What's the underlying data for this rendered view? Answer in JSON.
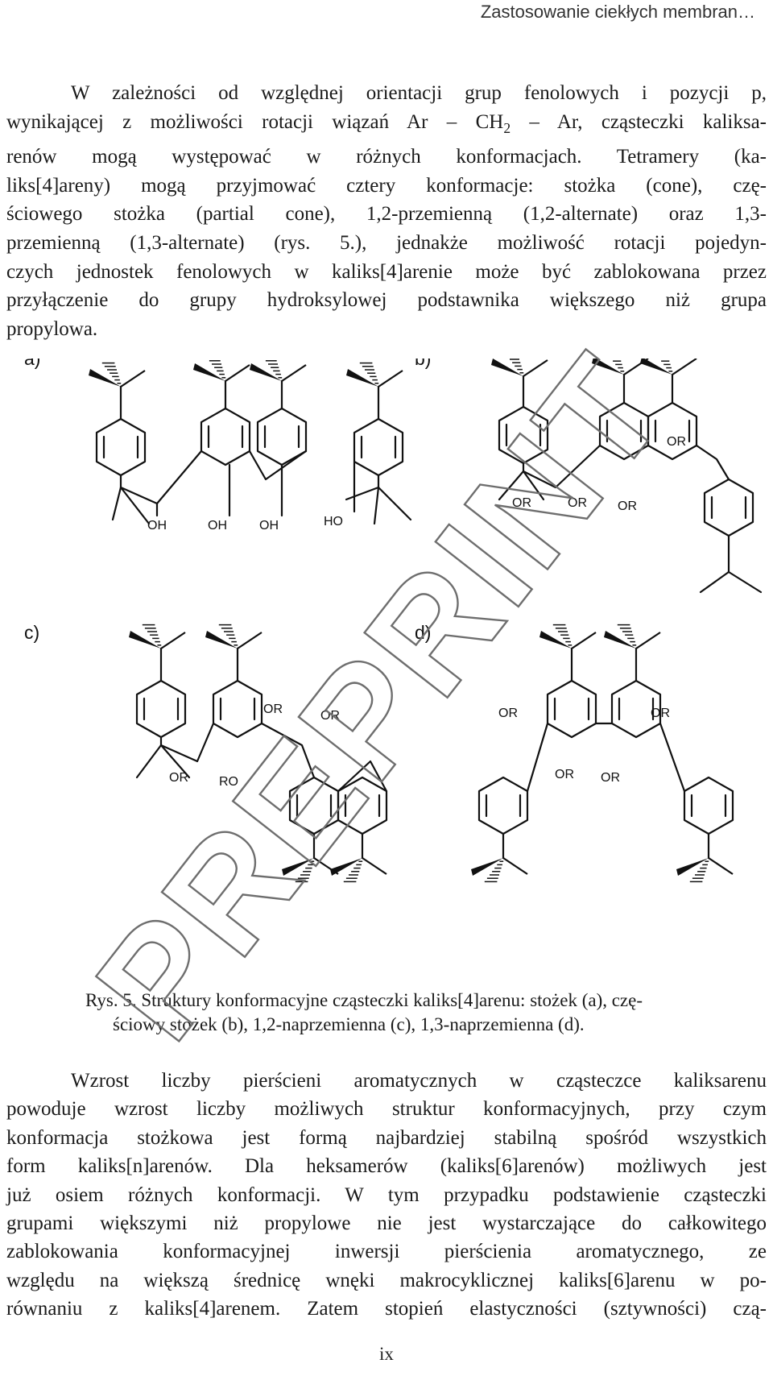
{
  "header": {
    "running_title": "Zastosowanie ciekłych membran…"
  },
  "paragraph1": {
    "l1": "W zależności od względnej orientacji grup fenolowych i pozycji p,",
    "l2a": "wynikającej z możliwości rotacji wiązań Ar – CH",
    "l2sub": "2",
    "l2b": " – Ar, cząsteczki kaliksa-",
    "l3": "renów mogą występować w różnych konformacjach. Tetramery (ka-",
    "l4": "liks[4]areny) mogą przyjmować cztery konformacje: stożka (cone), czę-",
    "l5": "ściowego stożka (partial cone), 1,2-przemienną (1,2-alternate) oraz 1,3-",
    "l6": "przemienną (1,3-alternate) (rys. 5.), jednakże możliwość rotacji pojedyn-",
    "l7": "czych jednostek fenolowych w kaliks[4]arenie może być zablokowana przez",
    "l8": "przyłączenie do grupy hydroksylowej podstawnika większego niż grupa",
    "l9": "propylowa."
  },
  "figure": {
    "panel_a": "a)",
    "panel_b": "b)",
    "panel_c": "c)",
    "panel_d": "d)",
    "oh": "OH",
    "ho": "HO",
    "or": "OR",
    "ro": "RO"
  },
  "caption": {
    "l1": "Rys. 5. Struktury konformacyjne cząsteczki kaliks[4]arenu: stożek (a), czę-",
    "l2": "ściowy stożek (b), 1,2-naprzemienna (c), 1,3-naprzemienna (d)."
  },
  "paragraph2": {
    "l1": "Wzrost liczby pierścieni aromatycznych w cząsteczce kaliksarenu",
    "l2": "powoduje wzrost liczby możliwych struktur konformacyjnych, przy czym",
    "l3": "konformacja stożkowa jest formą najbardziej stabilną spośród wszystkich",
    "l4": "form kaliks[n]arenów. Dla heksamerów (kaliks[6]arenów) możliwych jest",
    "l5": "już osiem różnych konformacji. W tym przypadku podstawienie cząsteczki",
    "l6": "grupami większymi niż propylowe nie jest wystarczające do całkowitego",
    "l7": "zablokowania konformacyjnej inwersji pierścienia aromatycznego, ze",
    "l8": "względu na większą średnicę wnęki makrocyklicznej kaliks[6]arenu w po-",
    "l9": "równaniu z kaliks[4]arenem. Zatem stopień elastyczności (sztywności) czą-"
  },
  "footer": {
    "page_number": "ix"
  },
  "watermark": {
    "text": "PREPRINT"
  }
}
